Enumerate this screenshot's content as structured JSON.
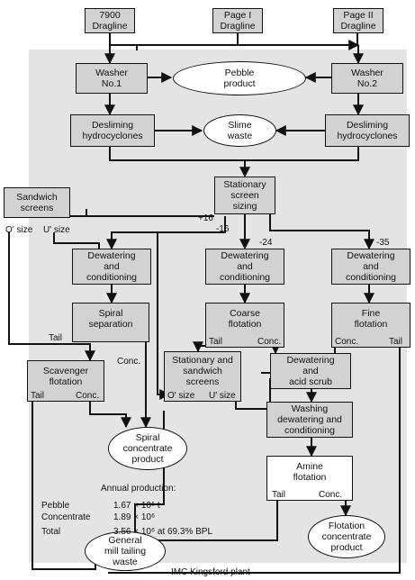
{
  "boxes": {
    "dragline_7900": "7900\nDragline",
    "dragline_page1": "Page I\nDragline",
    "dragline_page2": "Page II\nDragline",
    "washer1": "Washer\nNo.1",
    "washer2": "Washer\nNo.2",
    "pebble_product": "Pebble\nproduct",
    "desliming1": "Desliming\nhydrocyclones",
    "desliming2": "Desliming\nhydrocyclones",
    "slime_waste": "Slime\nwaste",
    "stationary_sizing": "Stationary\nscreen\nsizing",
    "sandwich_screens": "Sandwich\nscreens",
    "dewater_left": "Dewatering\nand\nconditioning",
    "dewater_mid": "Dewatering\nand\nconditioning",
    "dewater_right": "Dewatering\nand\nconditioning",
    "spiral_separation": "Spiral\nseparation",
    "coarse_flotation": "Coarse\nflotation",
    "fine_flotation": "Fine\nflotation",
    "scavenger_flotation": "Scavenger\nflotation",
    "stationary_sandwich": "Stationary and\nsandwich\nscreens",
    "dewater_acid": "Dewatering\nand\nacid scrub",
    "washing_dewater": "Washing\ndewatering and\nconditioning",
    "amine_flotation": "Amine\nflotation",
    "spiral_concentrate": "Spiral\nconcentrate\nproduct",
    "flotation_concentrate": "Flotation\nconcentrate\nproduct",
    "general_waste": "General\nmill tailing\nwaste"
  },
  "labels": {
    "plus16": "+16",
    "minus16": "-16",
    "minus24": "-24",
    "minus35": "-35",
    "o_size_left": "O' size",
    "u_size_left": "U' size",
    "tail_spiral": "Tail",
    "conc_spiral": "Conc.",
    "tail_scavenger": "Tail",
    "conc_scavenger": "Conc.",
    "tail_coarse": "Tail",
    "conc_coarse": "Conc.",
    "conc_fine": "Conc.",
    "tail_fine": "Tail",
    "o_size_mid": "O' size",
    "u_size_mid": "U' size",
    "tail_amine": "Tail",
    "conc_amine": "Conc."
  },
  "production": {
    "title": "Annual production:",
    "rows": [
      {
        "name": "Pebble",
        "value": "1.67 × 10⁶ t"
      },
      {
        "name": "Concentrate",
        "value": "1.89 × 10⁶"
      },
      {
        "name": "Total",
        "value": "3.56 × 10⁶ at 69.3% BPL"
      }
    ]
  },
  "caption": "IMC Kingsford plant"
}
